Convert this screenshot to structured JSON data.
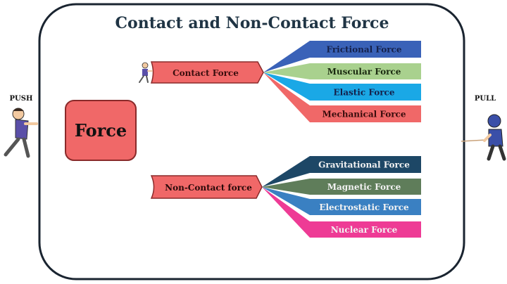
{
  "title": "Contact and Non-Contact Force",
  "root": "Force",
  "left_label": "PUSH",
  "right_label": "PULL",
  "contact": {
    "label": "Contact Force",
    "items": [
      {
        "label": "Frictional Force",
        "color": "#3a62b8",
        "text": "#14204a"
      },
      {
        "label": "Muscular Force",
        "color": "#a9d18e",
        "text": "#1a2a10"
      },
      {
        "label": "Elastic Force",
        "color": "#1aa8e6",
        "text": "#14204a"
      },
      {
        "label": "Mechanical Force",
        "color": "#f06868",
        "text": "#3a0d0d"
      }
    ]
  },
  "noncontact": {
    "label": "Non-Contact force",
    "items": [
      {
        "label": "Gravitational Force",
        "color": "#1d4766",
        "text": "#f2f2f2"
      },
      {
        "label": "Magnetic Force",
        "color": "#5f7d5a",
        "text": "#f2f2f2"
      },
      {
        "label": "Electrostatic Force",
        "color": "#3a80c2",
        "text": "#f2f2f2"
      },
      {
        "label": "Nuclear Force",
        "color": "#ee3b95",
        "text": "#f2f2f2"
      }
    ]
  }
}
